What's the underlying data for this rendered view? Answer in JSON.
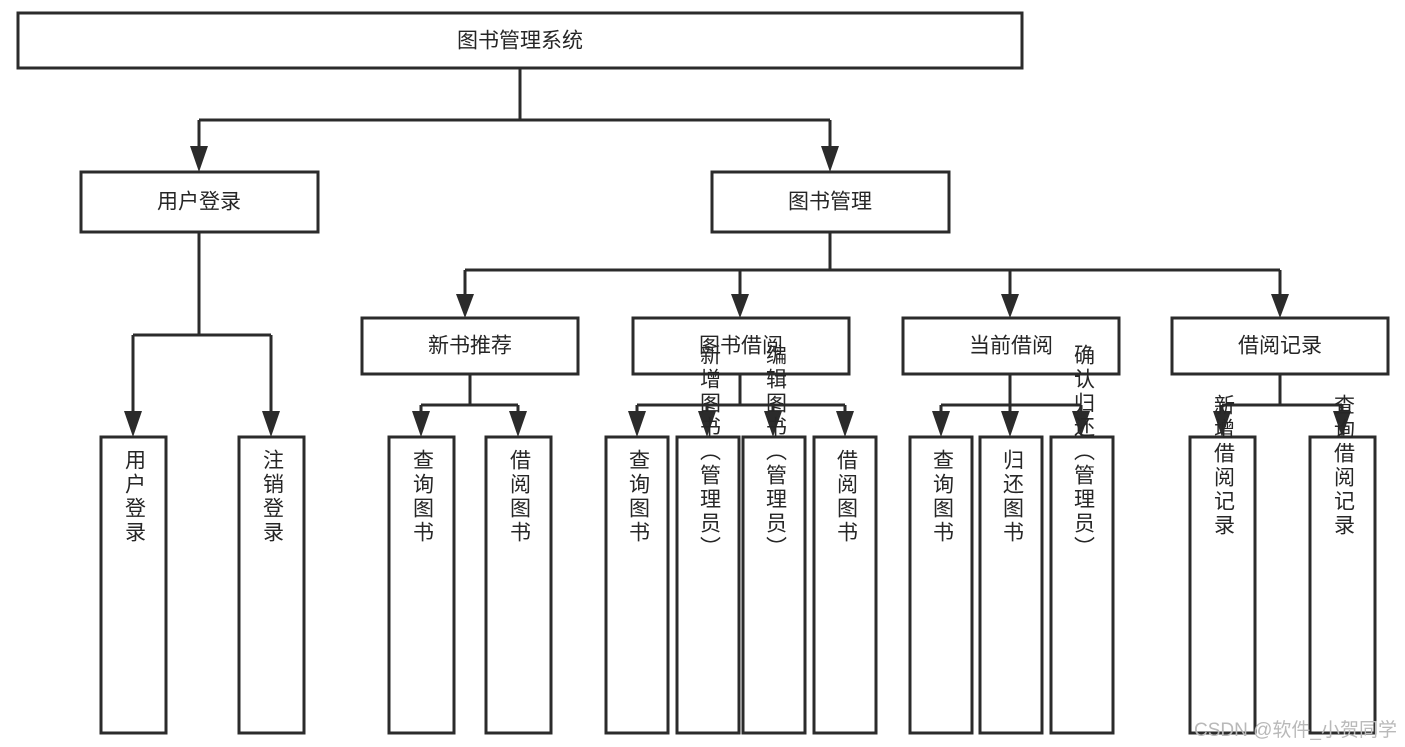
{
  "diagram": {
    "type": "tree-hierarchy",
    "title": "图书管理系统",
    "orientation": "top-down",
    "colors": {
      "box_fill": "#ffffff",
      "box_stroke": "#2b2b2b",
      "text": "#262626",
      "background": "#ffffff",
      "watermark": "#b9b9b9"
    },
    "nodes": {
      "root": {
        "label": "图书管理系统",
        "level": 0,
        "orientation": "horizontal"
      },
      "level1": [
        {
          "id": "user-login",
          "label": "用户登录",
          "orientation": "horizontal"
        },
        {
          "id": "book-management",
          "label": "图书管理",
          "orientation": "horizontal"
        }
      ],
      "level2": [
        {
          "id": "new-book-recommend",
          "label": "新书推荐",
          "parent": "book-management",
          "orientation": "horizontal"
        },
        {
          "id": "book-borrow",
          "label": "图书借阅",
          "parent": "book-management",
          "orientation": "horizontal"
        },
        {
          "id": "current-borrow",
          "label": "当前借阅",
          "parent": "book-management",
          "orientation": "horizontal"
        },
        {
          "id": "borrow-record",
          "label": "借阅记录",
          "parent": "book-management",
          "orientation": "horizontal"
        }
      ],
      "leaves": [
        {
          "id": "leaf-user-login",
          "label": "用户登录",
          "parent": "user-login",
          "orientation": "vertical"
        },
        {
          "id": "leaf-logout",
          "label": "注销登录",
          "parent": "user-login",
          "orientation": "vertical"
        },
        {
          "id": "leaf-query-book-1",
          "label": "查询图书",
          "parent": "new-book-recommend",
          "orientation": "vertical"
        },
        {
          "id": "leaf-borrow-book-1",
          "label": "借阅图书",
          "parent": "new-book-recommend",
          "orientation": "vertical"
        },
        {
          "id": "leaf-query-book-2",
          "label": "查询图书",
          "parent": "book-borrow",
          "orientation": "vertical"
        },
        {
          "id": "leaf-add-book",
          "label": "新增图书（管理员）",
          "parent": "book-borrow",
          "orientation": "vertical"
        },
        {
          "id": "leaf-edit-book",
          "label": "编辑图书（管理员）",
          "parent": "book-borrow",
          "orientation": "vertical"
        },
        {
          "id": "leaf-borrow-book-2",
          "label": "借阅图书",
          "parent": "book-borrow",
          "orientation": "vertical"
        },
        {
          "id": "leaf-query-book-3",
          "label": "查询图书",
          "parent": "current-borrow",
          "orientation": "vertical"
        },
        {
          "id": "leaf-return-book",
          "label": "归还图书",
          "parent": "current-borrow",
          "orientation": "vertical"
        },
        {
          "id": "leaf-confirm-return",
          "label": "确认归还（管理员）",
          "parent": "current-borrow",
          "orientation": "vertical"
        },
        {
          "id": "leaf-add-record",
          "label": "新增借阅记录",
          "parent": "borrow-record",
          "orientation": "vertical"
        },
        {
          "id": "leaf-query-record",
          "label": "查询借阅记录",
          "parent": "borrow-record",
          "orientation": "vertical"
        }
      ]
    },
    "edges": [
      {
        "from": "root",
        "to": "user-login"
      },
      {
        "from": "root",
        "to": "book-management"
      },
      {
        "from": "user-login",
        "to": "leaf-user-login"
      },
      {
        "from": "user-login",
        "to": "leaf-logout"
      },
      {
        "from": "book-management",
        "to": "new-book-recommend"
      },
      {
        "from": "book-management",
        "to": "book-borrow"
      },
      {
        "from": "book-management",
        "to": "current-borrow"
      },
      {
        "from": "book-management",
        "to": "borrow-record"
      },
      {
        "from": "new-book-recommend",
        "to": "leaf-query-book-1"
      },
      {
        "from": "new-book-recommend",
        "to": "leaf-borrow-book-1"
      },
      {
        "from": "book-borrow",
        "to": "leaf-query-book-2"
      },
      {
        "from": "book-borrow",
        "to": "leaf-add-book"
      },
      {
        "from": "book-borrow",
        "to": "leaf-edit-book"
      },
      {
        "from": "book-borrow",
        "to": "leaf-borrow-book-2"
      },
      {
        "from": "current-borrow",
        "to": "leaf-query-book-3"
      },
      {
        "from": "current-borrow",
        "to": "leaf-return-book"
      },
      {
        "from": "current-borrow",
        "to": "leaf-confirm-return"
      },
      {
        "from": "borrow-record",
        "to": "leaf-add-record"
      },
      {
        "from": "borrow-record",
        "to": "leaf-query-record"
      }
    ]
  },
  "watermark": {
    "text": "CSDN @软件_小贺同学"
  }
}
